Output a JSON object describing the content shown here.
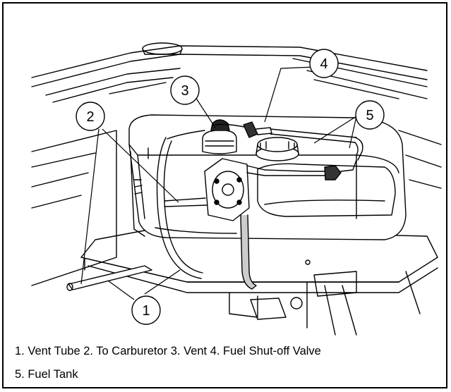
{
  "figure": {
    "callouts": [
      {
        "number": "1",
        "label": "Vent Tube"
      },
      {
        "number": "2",
        "label": "To Carburetor"
      },
      {
        "number": "3",
        "label": "Vent"
      },
      {
        "number": "4",
        "label": "Fuel Shut-off Valve"
      },
      {
        "number": "5",
        "label": "Fuel Tank"
      }
    ],
    "caption_line1": "1. Vent Tube 2. To Carburetor 3. Vent 4. Fuel Shut-off Valve",
    "caption_line2": "5. Fuel Tank"
  }
}
